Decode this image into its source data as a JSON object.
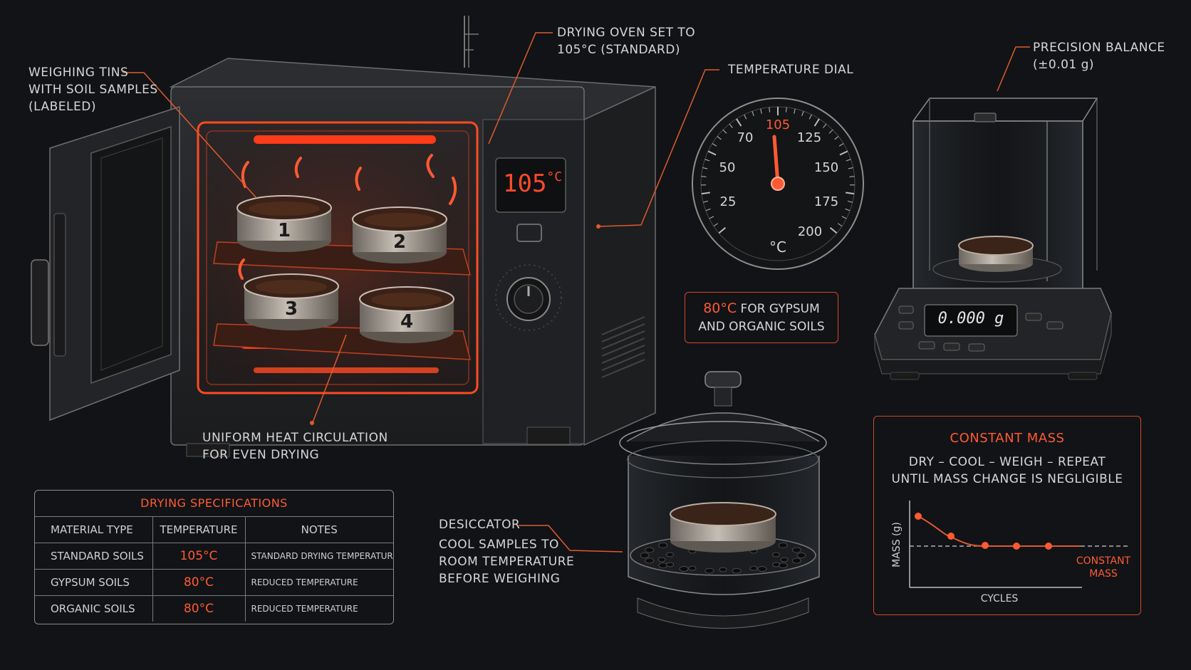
{
  "callouts": {
    "tins": [
      "WEIGHING TINS",
      "WITH SOIL SAMPLES",
      "(LABELED)"
    ],
    "oven": [
      "DRYING OVEN SET TO",
      "105°C (STANDARD)"
    ],
    "dial": "TEMPERATURE DIAL",
    "balance": [
      "PRECISION BALANCE",
      "(±0.01 g)"
    ],
    "circulation": [
      "UNIFORM HEAT CIRCULATION",
      "FOR EVEN DRYING"
    ],
    "desiccator_title": "DESICCATOR",
    "desiccator_body": [
      "COOL SAMPLES TO",
      "ROOM TEMPERATURE",
      "BEFORE WEIGHING"
    ]
  },
  "oven_display": {
    "value": "105",
    "unit": "°C"
  },
  "tins": [
    "1",
    "2",
    "3",
    "4"
  ],
  "dial": {
    "ticks": [
      "25",
      "50",
      "70",
      "105",
      "125",
      "150",
      "175",
      "200"
    ],
    "unit": "°C",
    "setpoint": 105
  },
  "balance_display": "0.000 g",
  "gypsum_note": {
    "highlight": "80°C",
    "rest": "FOR GYPSUM",
    "line2": "AND ORGANIC SOILS"
  },
  "specs": {
    "title": "DRYING SPECIFICATIONS",
    "headers": [
      "MATERIAL TYPE",
      "TEMPERATURE",
      "NOTES"
    ],
    "rows": [
      [
        "STANDARD SOILS",
        "105°C",
        "STANDARD DRYING TEMPERATURE"
      ],
      [
        "GYPSUM SOILS",
        "80°C",
        "REDUCED TEMPERATURE"
      ],
      [
        "ORGANIC SOILS",
        "80°C",
        "REDUCED TEMPERATURE"
      ]
    ]
  },
  "constant_mass": {
    "title": "CONSTANT MASS",
    "subtitle": [
      "DRY – COOL – WEIGH – REPEAT",
      "UNTIL MASS CHANGE IS NEGLIGIBLE"
    ],
    "xlabel": "CYCLES",
    "ylabel": "MASS (g)",
    "annotation": [
      "CONSTANT",
      "MASS"
    ]
  },
  "colors": {
    "accent": "#ff5a32",
    "heat": "#ff3b1a",
    "line": "#e05a2e",
    "frame": "#8c8c8c"
  }
}
